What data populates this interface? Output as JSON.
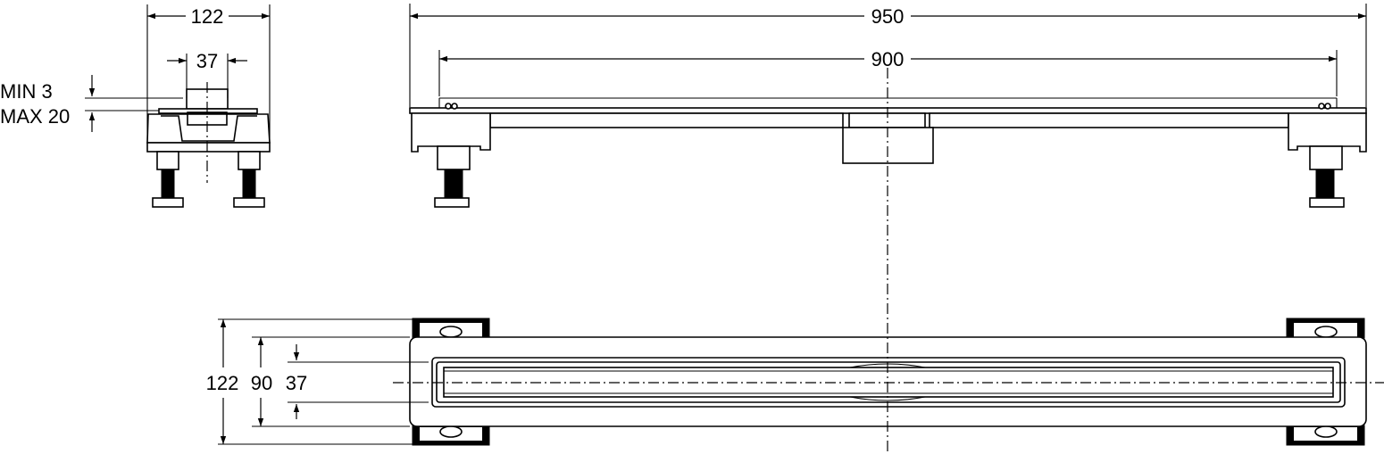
{
  "dimensions": {
    "side_width": "122",
    "side_outlet": "37",
    "front_total": "950",
    "front_inner": "900",
    "top_width": "122",
    "top_inner": "90",
    "top_slot": "37"
  },
  "notes": {
    "min": "MIN 3",
    "max": "MAX 20"
  }
}
